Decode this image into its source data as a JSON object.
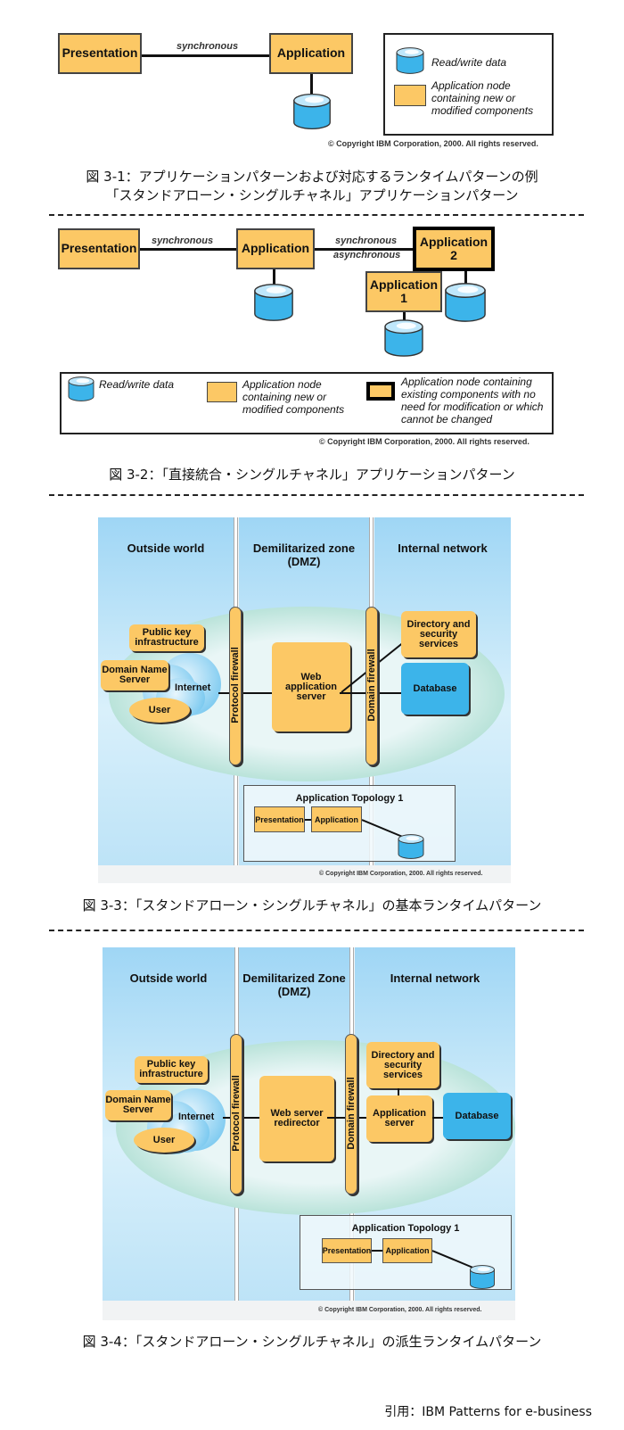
{
  "figure1": {
    "nodes": {
      "presentation": "Presentation",
      "application": "Application"
    },
    "link_label": "synchronous",
    "legend": {
      "read_write": "Read/write data",
      "app_node_new": "Application node containing new or modified components"
    },
    "copyright": "Copyright IBM Corporation, 2000.  All rights reserved.",
    "caption_line1": "図 3-1：アプリケーションパターンおよび対応するランタイムパターンの例",
    "caption_line2": "「スタンドアローン・シングルチャネル」アプリケーションパターン"
  },
  "figure2": {
    "nodes": {
      "presentation": "Presentation",
      "application": "Application",
      "application2_line1": "Application",
      "application2_line2": "2",
      "application1_line1": "Application",
      "application1_line2": "1"
    },
    "link1_label": "synchronous",
    "link2_label_top": "synchronous",
    "link2_label_bottom": "asynchronous",
    "legend": {
      "read_write": "Read/write data",
      "app_node_new": "Application node containing new or modified components",
      "app_node_existing": "Application node containing existing components with no need for modification or which cannot be changed"
    },
    "copyright": "Copyright IBM Corporation, 2000.  All rights reserved.",
    "caption": "図 3-2：「直接統合・シングルチャネル」アプリケーションパターン"
  },
  "figure3": {
    "zones": {
      "outside": "Outside world",
      "dmz_line1": "Demilitarized zone",
      "dmz_line2": "(DMZ)",
      "internal": "Internal network"
    },
    "nodes": {
      "pki": "Public key infrastructure",
      "dns": "Domain Name Server",
      "user": "User",
      "internet": "Internet",
      "protocol_firewall": "Protocol firewall",
      "web_app_server": "Web application server",
      "domain_firewall": "Domain firewall",
      "directory": "Directory and security services",
      "database": "Database"
    },
    "topology": {
      "title": "Application Topology 1",
      "presentation": "Presentation",
      "application": "Application"
    },
    "copyright": "Copyright IBM Corporation, 2000.  All rights reserved.",
    "caption": "図 3-3：「スタンドアローン・シングルチャネル」の基本ランタイムパターン"
  },
  "figure4": {
    "zones": {
      "outside": "Outside world",
      "dmz_line1": "Demilitarized Zone",
      "dmz_line2": "(DMZ)",
      "internal": "Internal network"
    },
    "nodes": {
      "pki": "Public key infrastructure",
      "dns": "Domain Name Server",
      "user": "User",
      "internet": "Internet",
      "protocol_firewall": "Protocol firewall",
      "web_server_redirector": "Web server redirector",
      "domain_firewall": "Domain firewall",
      "directory": "Directory and security services",
      "app_server": "Application server",
      "database": "Database"
    },
    "topology": {
      "title": "Application Topology 1",
      "presentation": "Presentation",
      "application": "Application"
    },
    "copyright": "Copyright IBM Corporation, 2000.  All rights reserved.",
    "caption": "図 3-4：「スタンドアローン・シングルチャネル」の派生ランタイムパターン"
  },
  "source": "引用：IBM Patterns for e-business",
  "colors": {
    "node_fill": "#fcc865",
    "data_blue": "#3cb4ea",
    "zone_sky": "#9fd6f5",
    "ellipse_teal": "#8fd0c0"
  }
}
